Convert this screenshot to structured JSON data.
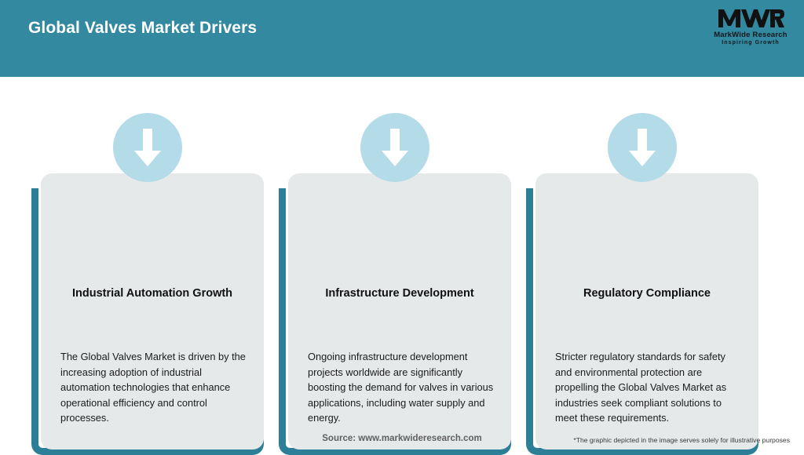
{
  "header": {
    "title": "Global Valves Market Drivers",
    "background_color": "#3289a0",
    "title_color": "#ffffff"
  },
  "logo": {
    "mark_text": "MWR",
    "name": "MarkWide Research",
    "tagline": "Inspiring Growth"
  },
  "cards": [
    {
      "icon": "down-arrow-icon",
      "title": "Industrial Automation Growth",
      "body": "The Global Valves Market is driven by the increasing adoption of industrial automation technologies that enhance operational efficiency and control processes."
    },
    {
      "icon": "down-arrow-icon",
      "title": "Infrastructure Development",
      "body": "Ongoing infrastructure development projects worldwide are significantly boosting the demand for valves in various applications, including water supply and energy."
    },
    {
      "icon": "down-arrow-icon",
      "title": "Regulatory Compliance",
      "body": "Stricter regulatory standards for safety and environmental protection are propelling the Global Valves Market as industries seek compliant solutions to meet these requirements."
    }
  ],
  "footer": {
    "source": "Source: www.markwideresearch.com",
    "disclaimer": "*The graphic depicted in the image serves solely for illustrative purposes"
  },
  "colors": {
    "brand_teal": "#3289a0",
    "frame_teal": "#2c7f96",
    "card_grey": "#e6e9ea",
    "icon_blue": "#b3dbe8"
  }
}
